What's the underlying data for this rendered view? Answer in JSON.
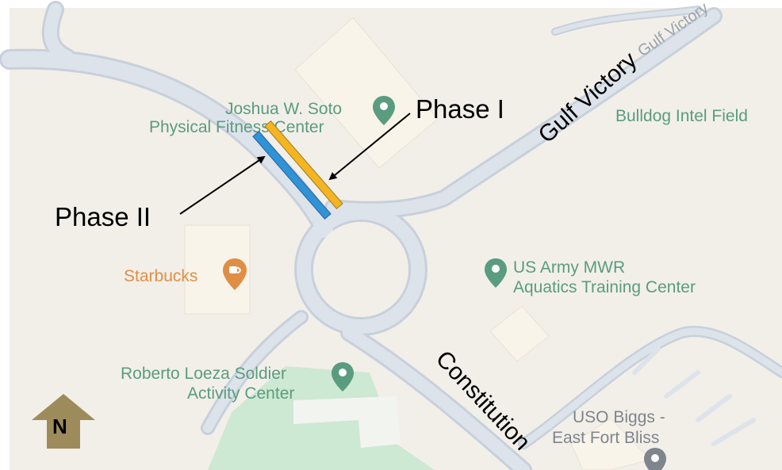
{
  "map": {
    "colors": {
      "background": "#f2efe9",
      "road": "#d6dde6",
      "road_casing": "#c7d0db",
      "building": "#f8f4ea",
      "green_area": "#cde8d3",
      "phase_i": "#f5b520",
      "phase_ii": "#2f93d6",
      "north_arrow": "#9e8b5c"
    },
    "pois": [
      {
        "id": "soto",
        "lines": [
          "Joshua W. Soto",
          "Physical Fitness Center"
        ],
        "icon": "map-pin-icon",
        "color": "#5a9c7f"
      },
      {
        "id": "bulldog",
        "lines": [
          "Bulldog Intel Field"
        ],
        "color": "#5a9c7f"
      },
      {
        "id": "starbucks",
        "lines": [
          "Starbucks"
        ],
        "icon": "coffee-icon",
        "color": "#e08e45"
      },
      {
        "id": "mwr",
        "lines": [
          "US Army MWR",
          "Aquatics Training Center"
        ],
        "icon": "map-pin-icon",
        "color": "#5a9c7f"
      },
      {
        "id": "loeza",
        "lines": [
          "Roberto Loeza Soldier",
          "Activity Center"
        ],
        "icon": "map-pin-icon",
        "color": "#5a9c7f"
      },
      {
        "id": "uso",
        "lines": [
          "USO Biggs -",
          "East Fort Bliss"
        ],
        "icon": "map-pin-icon",
        "color": "#7f858c"
      }
    ],
    "road_label_faint": "Gulf Victory",
    "streets": {
      "gulf_victory": "Gulf Victory",
      "constitution": "Constitution"
    },
    "phases": {
      "phase_i": "Phase I",
      "phase_ii": "Phase II"
    },
    "north_label": "N"
  }
}
